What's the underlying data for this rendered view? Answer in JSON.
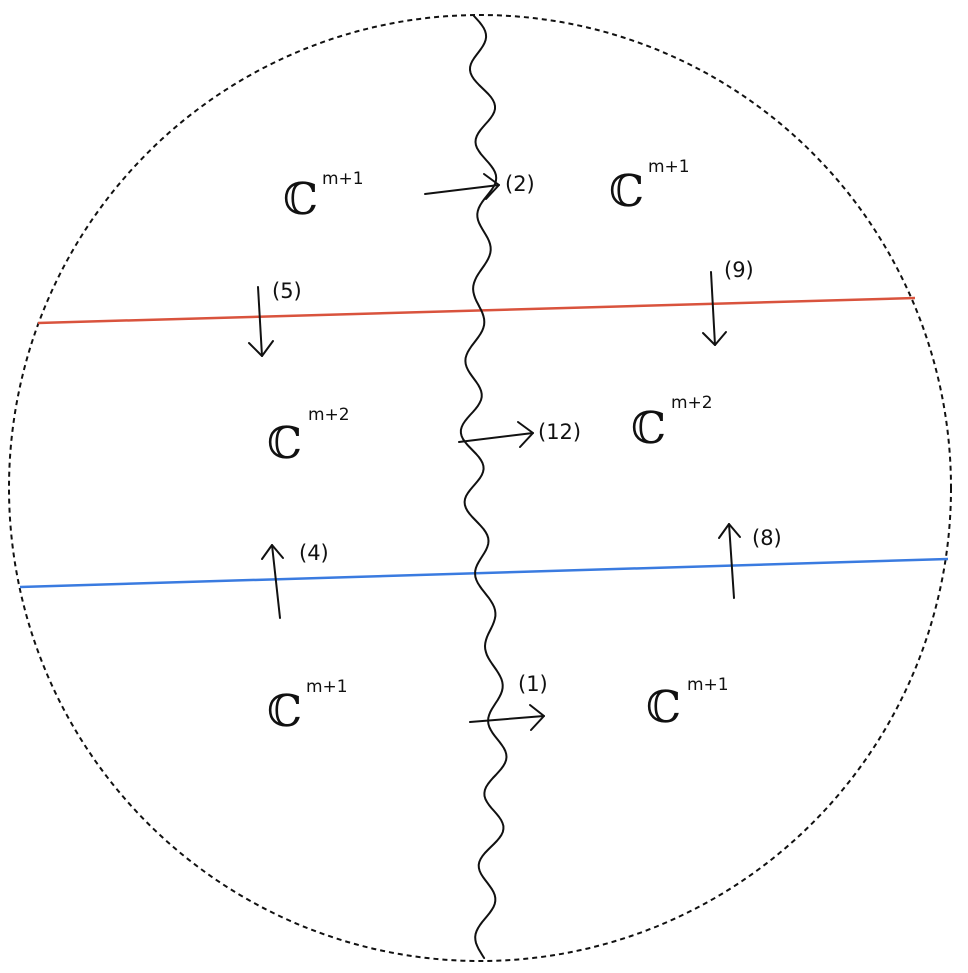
{
  "colors": {
    "boundary": "#111111",
    "red_line": "#d9533d",
    "blue_line": "#3a7be0",
    "ink": "#111111"
  },
  "spaces": [
    {
      "base": "ℂ",
      "exp": "m+1"
    },
    {
      "base": "ℂ",
      "exp": "m+1"
    },
    {
      "base": "ℂ",
      "exp": "m+2"
    },
    {
      "base": "ℂ",
      "exp": "m+2"
    },
    {
      "base": "ℂ",
      "exp": "m+1"
    },
    {
      "base": "ℂ",
      "exp": "m+1"
    }
  ],
  "arrow_labels": [
    "(2)",
    "(5)",
    "(9)",
    "(12)",
    "(4)",
    "(8)",
    "(1)"
  ]
}
